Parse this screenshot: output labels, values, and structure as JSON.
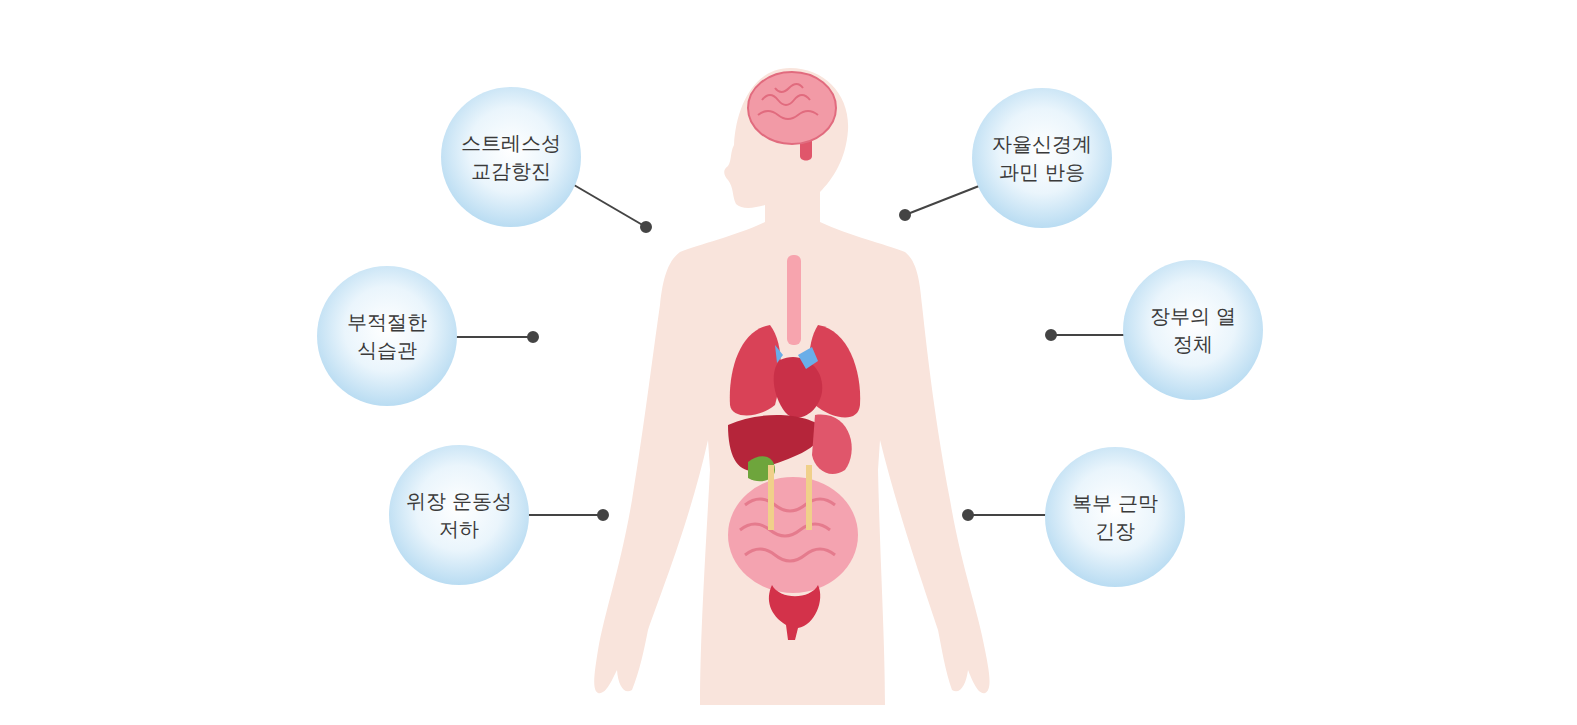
{
  "diagram": {
    "nodes": [
      {
        "text": [
          "스트레스성 교감항진"
        ]
      },
      {
        "text": [
          "자율신경계 과민 반응"
        ]
      },
      {
        "text": [
          "부적절한 식습관"
        ]
      },
      {
        "text": [
          "장부의 열 정체"
        ]
      },
      {
        "text": [
          "위장 운동성 저하"
        ]
      },
      {
        "text": [
          "복부 근막 긴장"
        ]
      }
    ]
  }
}
